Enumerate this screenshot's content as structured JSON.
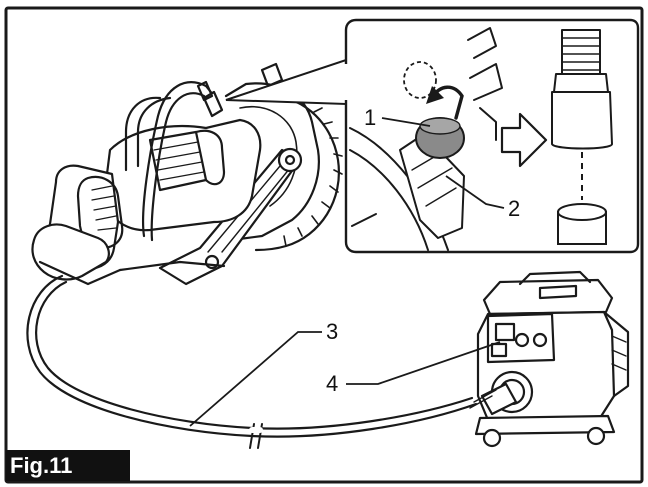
{
  "figure": {
    "label": "Fig.11",
    "callouts": {
      "c1": "1",
      "c2": "2",
      "c3": "3",
      "c4": "4"
    },
    "colors": {
      "line": "#1a1a1a",
      "cap_fill": "#8a8a8a",
      "label_bg": "#111111",
      "label_text": "#ffffff"
    }
  }
}
